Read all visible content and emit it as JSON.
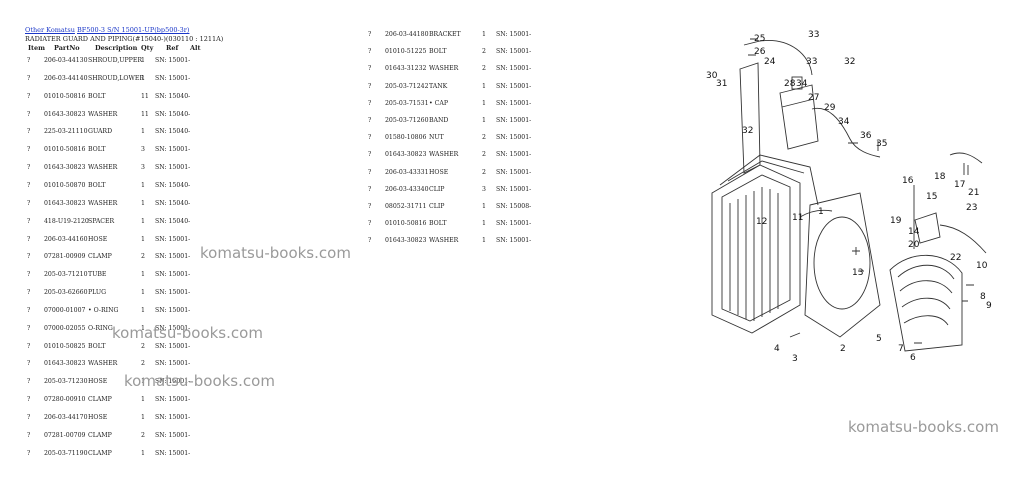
{
  "header": {
    "breadcrumb_link": "Other Komatsu",
    "breadcrumb_model": "BF500-3 S/N 15001-UP(bp500-3r)",
    "subtitle": "RADIATER GUARD AND PIPING(#15040-)(030110 : 1211A)"
  },
  "columns": [
    "Item",
    "PartNo",
    "Description",
    "Qty",
    "Ref",
    "Alt"
  ],
  "left_parts": [
    {
      "item": "?",
      "part": "206-03-44130",
      "desc": "SHROUD,UPPER",
      "qty": "1",
      "ref": "SN: 15001-"
    },
    {
      "item": "?",
      "part": "206-03-44140",
      "desc": "SHROUD,LOWER",
      "qty": "1",
      "ref": "SN: 15001-"
    },
    {
      "item": "?",
      "part": "01010-50816",
      "desc": "BOLT",
      "qty": "11",
      "ref": "SN: 15040-"
    },
    {
      "item": "?",
      "part": "01643-30823",
      "desc": "WASHER",
      "qty": "11",
      "ref": "SN: 15040-"
    },
    {
      "item": "?",
      "part": "225-03-21110",
      "desc": "GUARD",
      "qty": "1",
      "ref": "SN: 15040-"
    },
    {
      "item": "?",
      "part": "01010-50816",
      "desc": "BOLT",
      "qty": "3",
      "ref": "SN: 15001-"
    },
    {
      "item": "?",
      "part": "01643-30823",
      "desc": "WASHER",
      "qty": "3",
      "ref": "SN: 15001-"
    },
    {
      "item": "?",
      "part": "01010-50870",
      "desc": "BOLT",
      "qty": "1",
      "ref": "SN: 15040-"
    },
    {
      "item": "?",
      "part": "01643-30823",
      "desc": "WASHER",
      "qty": "1",
      "ref": "SN: 15040-"
    },
    {
      "item": "?",
      "part": "418-U19-2120",
      "desc": "SPACER",
      "qty": "1",
      "ref": "SN: 15040-"
    },
    {
      "item": "?",
      "part": "206-03-44160",
      "desc": "HOSE",
      "qty": "1",
      "ref": "SN: 15001-"
    },
    {
      "item": "?",
      "part": "07281-00909",
      "desc": "CLAMP",
      "qty": "2",
      "ref": "SN: 15001-"
    },
    {
      "item": "?",
      "part": "205-03-71210",
      "desc": "TUBE",
      "qty": "1",
      "ref": "SN: 15001-"
    },
    {
      "item": "?",
      "part": "205-03-62660",
      "desc": "PLUG",
      "qty": "1",
      "ref": "SN: 15001-"
    },
    {
      "item": "?",
      "part": "07000-01007",
      "desc": "• O-RING",
      "qty": "1",
      "ref": "SN: 15001-"
    },
    {
      "item": "?",
      "part": "07000-02055",
      "desc": "O-RING",
      "qty": "1",
      "ref": "SN: 15001-"
    },
    {
      "item": "?",
      "part": "01010-50825",
      "desc": "BOLT",
      "qty": "2",
      "ref": "SN: 15001-"
    },
    {
      "item": "?",
      "part": "01643-30823",
      "desc": "WASHER",
      "qty": "2",
      "ref": "SN: 15001-"
    },
    {
      "item": "?",
      "part": "205-03-71230",
      "desc": "HOSE",
      "qty": "1",
      "ref": "SN: 15001-"
    },
    {
      "item": "?",
      "part": "07280-00910",
      "desc": "CLAMP",
      "qty": "1",
      "ref": "SN: 15001-"
    },
    {
      "item": "?",
      "part": "206-03-44170",
      "desc": "HOSE",
      "qty": "1",
      "ref": "SN: 15001-"
    },
    {
      "item": "?",
      "part": "07281-00709",
      "desc": "CLAMP",
      "qty": "2",
      "ref": "SN: 15001-"
    },
    {
      "item": "?",
      "part": "205-03-71190",
      "desc": "CLAMP",
      "qty": "1",
      "ref": "SN: 15001-"
    }
  ],
  "right_parts": [
    {
      "item": "?",
      "part": "206-03-44180",
      "desc": "BRACKET",
      "qty": "1",
      "ref": "SN: 15001-"
    },
    {
      "item": "?",
      "part": "01010-51225",
      "desc": "BOLT",
      "qty": "2",
      "ref": "SN: 15001-"
    },
    {
      "item": "?",
      "part": "01643-31232",
      "desc": "WASHER",
      "qty": "2",
      "ref": "SN: 15001-"
    },
    {
      "item": "?",
      "part": "205-03-71242",
      "desc": "TANK",
      "qty": "1",
      "ref": "SN: 15001-"
    },
    {
      "item": "?",
      "part": "205-03-71531",
      "desc": "• CAP",
      "qty": "1",
      "ref": "SN: 15001-"
    },
    {
      "item": "?",
      "part": "205-03-71260",
      "desc": "BAND",
      "qty": "1",
      "ref": "SN: 15001-"
    },
    {
      "item": "?",
      "part": "01580-10806",
      "desc": "NUT",
      "qty": "2",
      "ref": "SN: 15001-"
    },
    {
      "item": "?",
      "part": "01643-30823",
      "desc": "WASHER",
      "qty": "2",
      "ref": "SN: 15001-"
    },
    {
      "item": "?",
      "part": "206-03-43331",
      "desc": "HOSE",
      "qty": "2",
      "ref": "SN: 15001-"
    },
    {
      "item": "?",
      "part": "206-03-43340",
      "desc": "CLIP",
      "qty": "3",
      "ref": "SN: 15001-"
    },
    {
      "item": "?",
      "part": "08052-31711",
      "desc": "CLIP",
      "qty": "1",
      "ref": "SN: 15008-"
    },
    {
      "item": "?",
      "part": "01010-50816",
      "desc": "BOLT",
      "qty": "1",
      "ref": "SN: 15001-"
    },
    {
      "item": "?",
      "part": "01643-30823",
      "desc": "WASHER",
      "qty": "1",
      "ref": "SN: 15001-"
    }
  ],
  "watermarks": {
    "text": "komatsu-books.com"
  },
  "diagram": {
    "labels": [
      "25",
      "33",
      "26",
      "24",
      "32",
      "33",
      "30",
      "31",
      "34",
      "28",
      "27",
      "29",
      "34",
      "32",
      "36",
      "35",
      "16",
      "18",
      "17",
      "21",
      "15",
      "23",
      "12",
      "11",
      "1",
      "19",
      "14",
      "20",
      "22",
      "10",
      "4",
      "3",
      "2",
      "5",
      "7",
      "6",
      "8",
      "9",
      "13"
    ]
  }
}
